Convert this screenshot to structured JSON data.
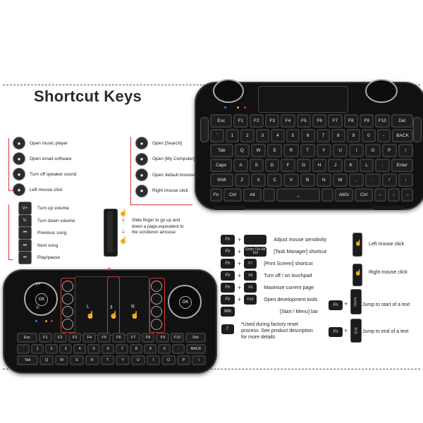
{
  "title": "Shortcut Keys",
  "left_items": [
    {
      "icon": "music-icon",
      "label": "Open music player"
    },
    {
      "icon": "email-icon",
      "label": "Open email software"
    },
    {
      "icon": "mute-icon",
      "label": "Turn off speaker sound"
    },
    {
      "icon": "left-click-icon",
      "label": "Left mouse click"
    }
  ],
  "left_items2": [
    {
      "icon": "volume-up-icon",
      "glyph": "V+",
      "label": "Turn up volume"
    },
    {
      "icon": "volume-down-icon",
      "glyph": "V-",
      "label": "Turn down volume"
    },
    {
      "icon": "previous-icon",
      "glyph": "⏮",
      "label": "Previous song"
    },
    {
      "icon": "next-icon",
      "glyph": "⏭",
      "label": "Next song"
    },
    {
      "icon": "play-pause-icon",
      "glyph": "⏯",
      "label": "Play/pause"
    }
  ],
  "right_items": [
    {
      "icon": "search-icon",
      "label": "Open [Search]"
    },
    {
      "icon": "computer-icon",
      "label": "Open [My Computer]"
    },
    {
      "icon": "browser-icon",
      "label": "Open default browser"
    },
    {
      "icon": "right-click-icon",
      "label": "Right mouse click"
    }
  ],
  "touchpad_note": "Slide finger to go up and down a page,equivalent to the scrolleron amouse",
  "shortcuts": [
    {
      "fn": "Fn",
      "key": "",
      "desc": "Adjust mouse sensitivity"
    },
    {
      "fn": "Fn",
      "key": "Enter Ctrl Alt Del",
      "desc": "[Task Manager] shortcut"
    },
    {
      "fn": "Fn",
      "key": "F7",
      "desc": "[Print Screen] shortcut"
    },
    {
      "fn": "Fn",
      "key": "F8",
      "desc": "Turn off / on touchpad"
    },
    {
      "fn": "Fn",
      "key": "F9",
      "desc": "Maximize current page"
    },
    {
      "fn": "Fn",
      "key": "F10",
      "desc": "Open development tools"
    },
    {
      "fn": "Win",
      "key": "",
      "desc": "[Start / Menu] bar"
    }
  ],
  "reset_note": "*Used during factory reset process. See product description for more details",
  "mouse_items": [
    {
      "label": "Left mouse click"
    },
    {
      "label": "Right mouse click"
    }
  ],
  "jump_items": [
    {
      "fn": "Fn",
      "key": "Home",
      "label": "Jump to start of a text"
    },
    {
      "fn": "Fn",
      "key": "End",
      "label": "Jump to end of a text"
    }
  ],
  "keyboard_top_rows": [
    [
      "Esc",
      "F1",
      "F2",
      "F3",
      "F4",
      "F5",
      "F6",
      "F7",
      "F8",
      "F9",
      "F10",
      "Del"
    ],
    [
      "`",
      "1",
      "2",
      "3",
      "4",
      "5",
      "6",
      "7",
      "8",
      "9",
      "0",
      "-",
      "BACK"
    ],
    [
      "Tab",
      "Q",
      "W",
      "E",
      "R",
      "T",
      "Y",
      "U",
      "I",
      "O",
      "P",
      "\\"
    ],
    [
      "Caps",
      "A",
      "S",
      "D",
      "F",
      "G",
      "H",
      "J",
      "K",
      "L",
      ";",
      "Enter"
    ],
    [
      "Shift",
      "Z",
      "X",
      "C",
      "V",
      "B",
      "N",
      "M",
      ",",
      ".",
      "/",
      "↑"
    ],
    [
      "Fn",
      "Ctrl",
      "Alt",
      "",
      "⎵",
      "",
      "AltGr",
      "Ctrl",
      "←",
      "↓",
      "→"
    ]
  ],
  "keyboard_bottom_rows": [
    [
      "Esc",
      "F1",
      "F2",
      "F3",
      "F4",
      "F5",
      "F6",
      "F7",
      "F8",
      "F9",
      "F10",
      "Del"
    ],
    [
      "`",
      "1",
      "2",
      "3",
      "4",
      "5",
      "6",
      "7",
      "8",
      "9",
      "0",
      "-",
      "BACK"
    ],
    [
      "Tab",
      "Q",
      "W",
      "E",
      "R",
      "T",
      "Y",
      "U",
      "I",
      "O",
      "P",
      "\\"
    ]
  ],
  "colors": {
    "accent_red": "#dd3333",
    "keyboard": "#111111",
    "key_border": "#3e3e3e"
  }
}
